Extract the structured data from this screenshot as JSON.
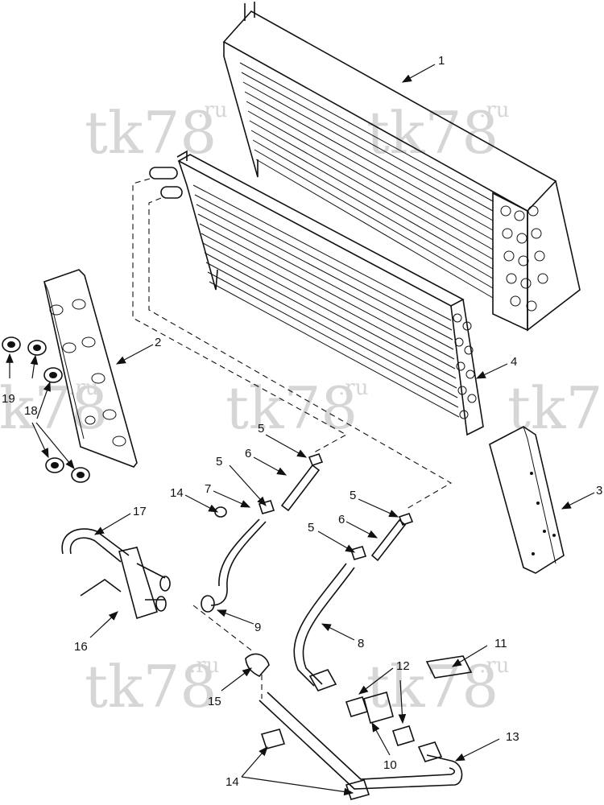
{
  "watermark": {
    "main": "tk78",
    "suffix": ".ru"
  },
  "callouts": {
    "c1": "1",
    "c2": "2",
    "c3": "3",
    "c4": "4",
    "c5a": "5",
    "c5b": "5",
    "c5c": "5",
    "c5d": "5",
    "c6a": "6",
    "c6b": "6",
    "c7": "7",
    "c8": "8",
    "c9": "9",
    "c10": "10",
    "c11": "11",
    "c12": "12",
    "c13": "13",
    "c14a": "14",
    "c14b": "14",
    "c15": "15",
    "c16": "16",
    "c17": "17",
    "c18": "18",
    "c19": "19"
  }
}
